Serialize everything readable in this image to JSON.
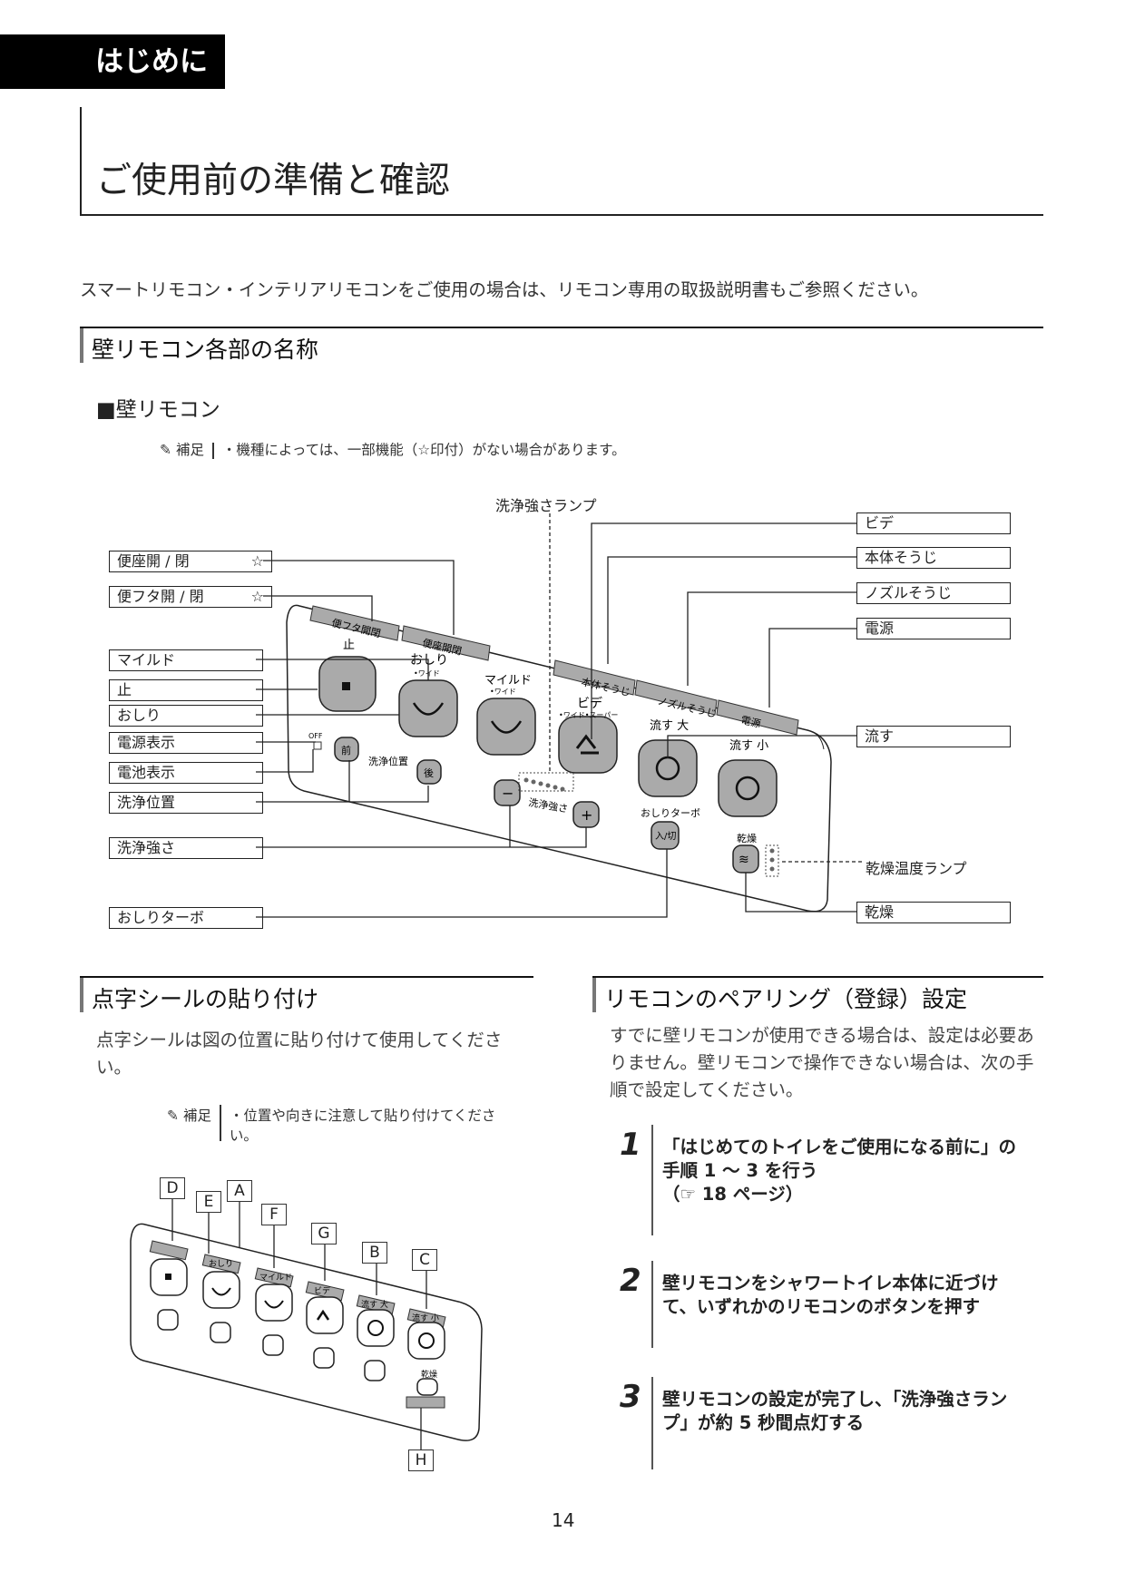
{
  "section_tab": "はじめに",
  "page_title": "ご使用前の準備と確認",
  "intro": "スマートリモコン・インテリアリモコンをご使用の場合は、リモコン専用の取扱説明書もご参照ください。",
  "wall_remote_section": {
    "heading": "壁リモコン各部の名称",
    "subheading": "■壁リモコン",
    "note_label": "補足",
    "note_text": "・機種によっては、一部機能（☆印付）がない場合があります。"
  },
  "callouts_left": [
    {
      "label": "便座開 / 閉",
      "star": "☆"
    },
    {
      "label": "便フタ開 / 閉",
      "star": "☆"
    },
    {
      "label": "マイルド"
    },
    {
      "label": "止"
    },
    {
      "label": "おしり"
    },
    {
      "label": "電源表示"
    },
    {
      "label": "電池表示"
    },
    {
      "label": "洗浄位置"
    },
    {
      "label": "洗浄強さ"
    },
    {
      "label": "おしりターボ"
    }
  ],
  "callouts_right": [
    {
      "label": "ビデ"
    },
    {
      "label": "本体そうじ"
    },
    {
      "label": "ノズルそうじ"
    },
    {
      "label": "電源"
    },
    {
      "label": "流す"
    },
    {
      "label": "乾燥"
    }
  ],
  "callout_top": "洗浄強さランプ",
  "callout_dry_lamp": "乾燥温度ランプ",
  "remote_labels": {
    "stop": "止",
    "oshiri": "おしり",
    "oshiri_sub": "•ワイド",
    "mild": "マイルド",
    "mild_sub": "•ワイド",
    "bidet": "ビデ",
    "bidet_sub": "•ワイド•スーパー",
    "flush_large": "流す 大",
    "flush_small": "流す 小",
    "front": "前",
    "back": "後",
    "position": "洗浄位置",
    "strength": "洗浄強さ",
    "turbo": "おしりターボ",
    "onoff": "入/切",
    "dry": "乾燥",
    "off": "OFF",
    "minus": "−",
    "plus": "+",
    "strip_body_clean": "本体そうじ",
    "strip_nozzle_clean": "ノズルそうじ",
    "strip_power": "電源",
    "strip_lid": "便フタ開閉",
    "strip_seat": "便座開閉"
  },
  "braille_section": {
    "heading": "点字シールの貼り付け",
    "text": "点字シールは図の位置に貼り付けて使用してください。",
    "note_label": "補足",
    "note_text": "・位置や向きに注意して貼り付けてください。",
    "letters": [
      "D",
      "E",
      "A",
      "F",
      "G",
      "B",
      "C",
      "H"
    ],
    "small_labels": {
      "oshiri": "おしり",
      "mild": "マイルド",
      "bidet": "ビデ",
      "flush_large": "流す 大",
      "flush_small": "流す 小",
      "dry": "乾燥"
    }
  },
  "pairing_section": {
    "heading": "リモコンのペアリング（登録）設定",
    "text": "すでに壁リモコンが使用できる場合は、設定は必要ありません。壁リモコンで操作できない場合は、次の手順で設定してください。",
    "steps": [
      {
        "num": "1",
        "line1": "「はじめてのトイレをご使用になる前に」の",
        "line2": "手順 1 ～ 3 を行う",
        "line3": "（☞ 18 ページ）"
      },
      {
        "num": "2",
        "line1": "壁リモコンをシャワートイレ本体に近づけ",
        "line2": "て、いずれかのリモコンのボタンを押す"
      },
      {
        "num": "3",
        "line1": "壁リモコンの設定が完了し、「洗浄強さラン",
        "line2": "プ」が約 5 秒間点灯する"
      }
    ]
  },
  "page_number": "14"
}
